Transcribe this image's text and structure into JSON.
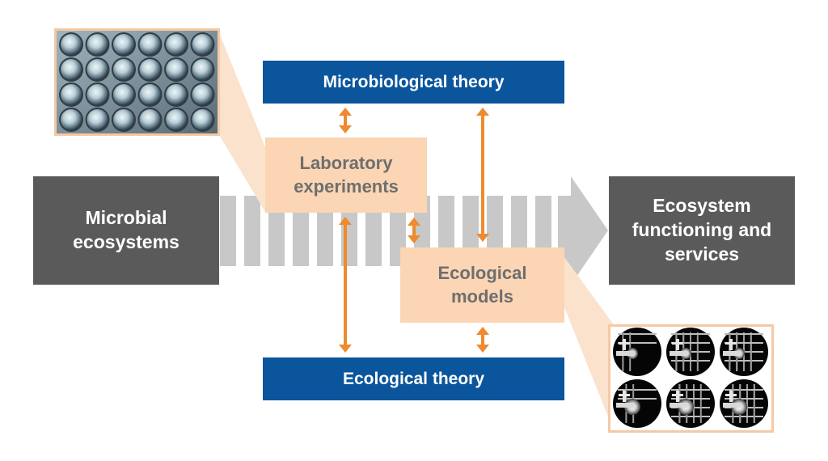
{
  "boxes": {
    "microbial": "Microbial ecosystems",
    "ecosystem": "Ecosystem functioning and services",
    "micro_theory": "Microbiological theory",
    "eco_theory": "Ecological theory",
    "lab": "Laboratory experiments",
    "models": "Ecological models"
  },
  "icons": {
    "well_plate": "well-plate-photo",
    "simulation": "simulation-grid-images"
  },
  "colors": {
    "dark_box": "#5a5a5a",
    "blue_box": "#0b559c",
    "peach_box": "#fbd5b4",
    "arrow": "#ee8a2f",
    "flow_arrow": "#c8c8c8"
  }
}
